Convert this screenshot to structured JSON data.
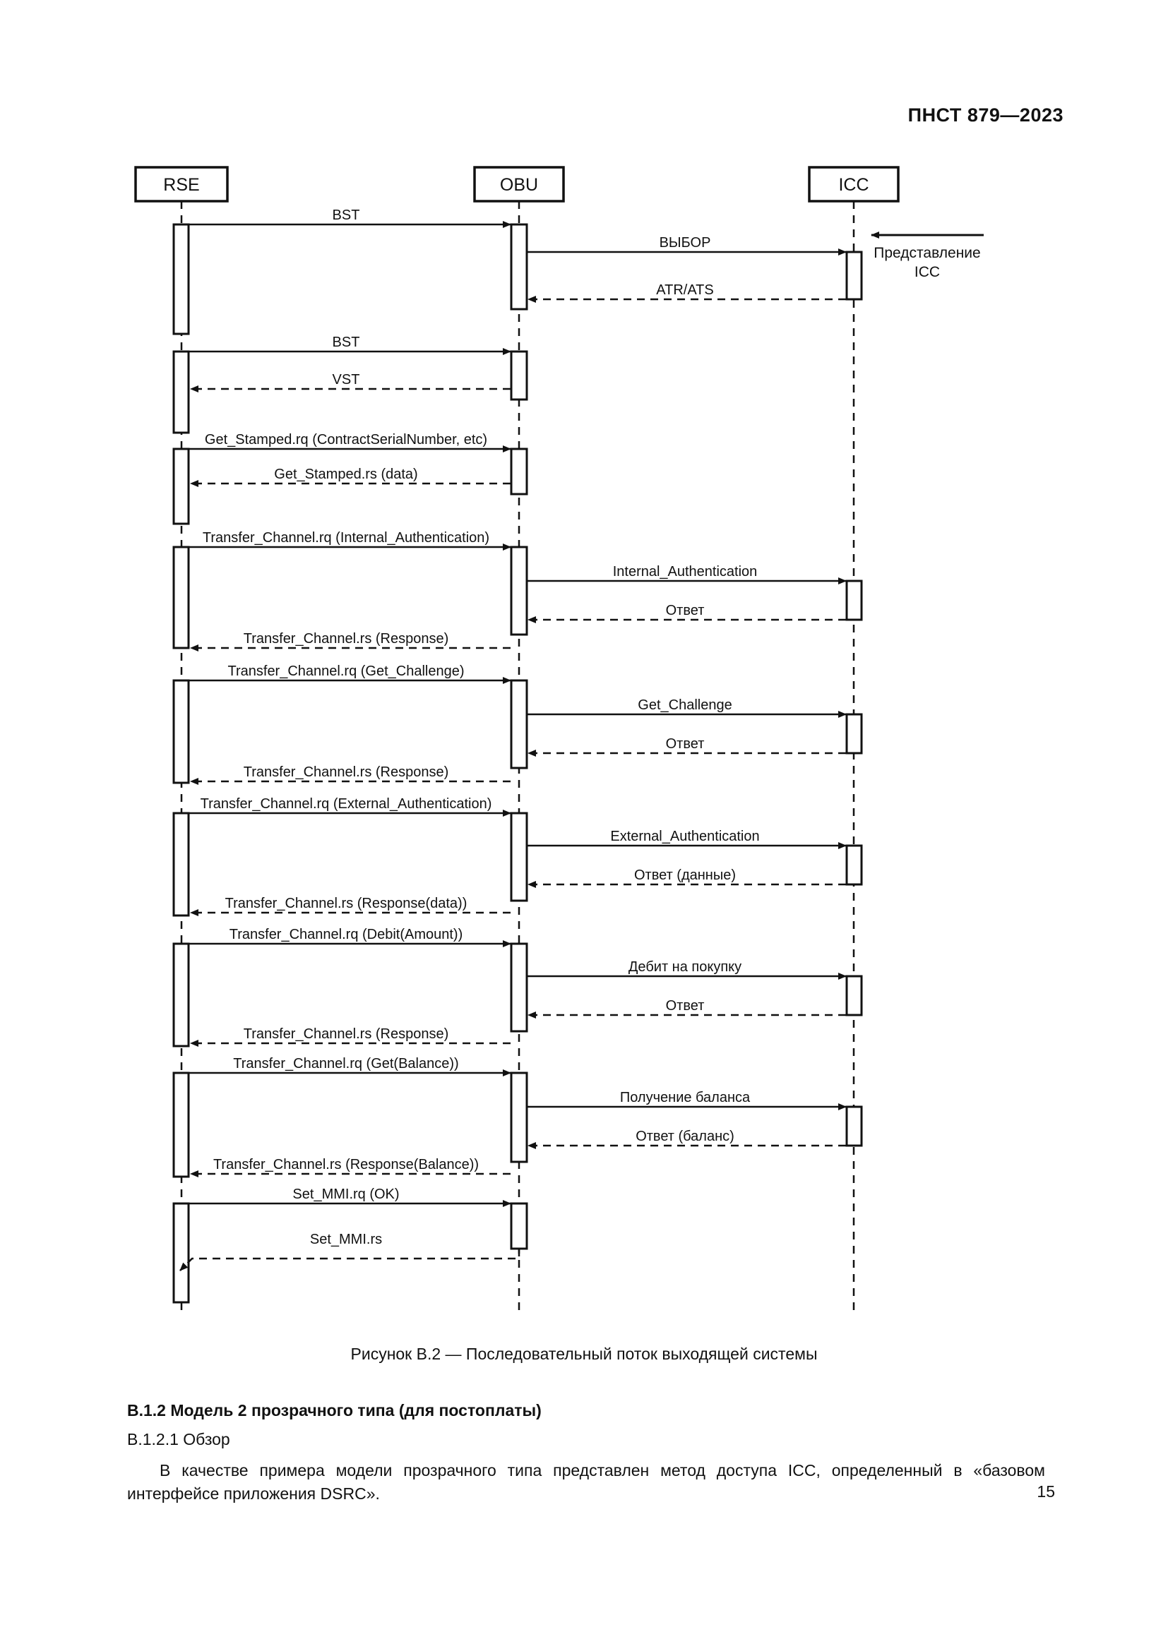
{
  "header": {
    "standard_id": "ПНСТ 879—2023"
  },
  "figure": {
    "caption": "Рисунок В.2 — Последовательный поток выходящей системы",
    "lifelines": [
      {
        "id": "rse",
        "label": "RSE"
      },
      {
        "id": "obu",
        "label": "OBU"
      },
      {
        "id": "icc",
        "label": "ICC"
      }
    ],
    "note": {
      "line1": "Представление",
      "line2": "ICC",
      "arrow": "left-arrow-icon"
    },
    "messages": [
      {
        "index": 1,
        "label": "BST",
        "from": "rse",
        "to": "obu",
        "style": "solid"
      },
      {
        "index": 2,
        "label": "ВЫБОР",
        "from": "obu",
        "to": "icc",
        "style": "solid"
      },
      {
        "index": 3,
        "label": "ATR/ATS",
        "from": "icc",
        "to": "obu",
        "style": "dashed"
      },
      {
        "index": 4,
        "label": "BST",
        "from": "rse",
        "to": "obu",
        "style": "solid"
      },
      {
        "index": 5,
        "label": "VST",
        "from": "obu",
        "to": "rse",
        "style": "dashed"
      },
      {
        "index": 6,
        "label": "Get_Stamped.rq (ContractSerialNumber, etc)",
        "from": "rse",
        "to": "obu",
        "style": "solid"
      },
      {
        "index": 7,
        "label": "Get_Stamped.rs (data)",
        "from": "obu",
        "to": "rse",
        "style": "dashed"
      },
      {
        "index": 8,
        "label": "Transfer_Channel.rq (Internal_Authentication)",
        "from": "rse",
        "to": "obu",
        "style": "solid"
      },
      {
        "index": 9,
        "label": "Internal_Authentication",
        "from": "obu",
        "to": "icc",
        "style": "solid"
      },
      {
        "index": 10,
        "label": "Ответ",
        "from": "icc",
        "to": "obu",
        "style": "dashed"
      },
      {
        "index": 11,
        "label": "Transfer_Channel.rs (Response)",
        "from": "obu",
        "to": "rse",
        "style": "dashed"
      },
      {
        "index": 12,
        "label": "Transfer_Channel.rq (Get_Challenge)",
        "from": "rse",
        "to": "obu",
        "style": "solid"
      },
      {
        "index": 13,
        "label": "Get_Challenge",
        "from": "obu",
        "to": "icc",
        "style": "solid"
      },
      {
        "index": 14,
        "label": "Ответ",
        "from": "icc",
        "to": "obu",
        "style": "dashed"
      },
      {
        "index": 15,
        "label": "Transfer_Channel.rs (Response)",
        "from": "obu",
        "to": "rse",
        "style": "dashed"
      },
      {
        "index": 16,
        "label": "Transfer_Channel.rq (External_Authentication)",
        "from": "rse",
        "to": "obu",
        "style": "solid"
      },
      {
        "index": 17,
        "label": "External_Authentication",
        "from": "obu",
        "to": "icc",
        "style": "solid"
      },
      {
        "index": 18,
        "label": "Ответ (данные)",
        "from": "icc",
        "to": "obu",
        "style": "dashed"
      },
      {
        "index": 19,
        "label": "Transfer_Channel.rs (Response(data))",
        "from": "obu",
        "to": "rse",
        "style": "dashed"
      },
      {
        "index": 20,
        "label": "Transfer_Channel.rq (Debit(Amount))",
        "from": "rse",
        "to": "obu",
        "style": "solid"
      },
      {
        "index": 21,
        "label": "Дебит на покупку",
        "from": "obu",
        "to": "icc",
        "style": "solid"
      },
      {
        "index": 22,
        "label": "Ответ",
        "from": "icc",
        "to": "obu",
        "style": "dashed"
      },
      {
        "index": 23,
        "label": "Transfer_Channel.rs (Response)",
        "from": "obu",
        "to": "rse",
        "style": "dashed"
      },
      {
        "index": 24,
        "label": "Transfer_Channel.rq (Get(Balance))",
        "from": "rse",
        "to": "obu",
        "style": "solid"
      },
      {
        "index": 25,
        "label": "Получение баланса",
        "from": "obu",
        "to": "icc",
        "style": "solid"
      },
      {
        "index": 26,
        "label": "Ответ (баланс)",
        "from": "icc",
        "to": "obu",
        "style": "dashed"
      },
      {
        "index": 27,
        "label": "Transfer_Channel.rs (Response(Balance))",
        "from": "obu",
        "to": "rse",
        "style": "dashed"
      },
      {
        "index": 28,
        "label": "Set_MMI.rq (OK)",
        "from": "rse",
        "to": "obu",
        "style": "solid"
      },
      {
        "index": 29,
        "label": "Set_MMI.rs",
        "from": "obu",
        "to": "rse",
        "style": "dashed"
      }
    ]
  },
  "body": {
    "section_heading": "В.1.2  Модель 2 прозрачного типа (для постоплаты)",
    "subsection_heading": "В.1.2.1 Обзор",
    "paragraph": "В качестве примера модели прозрачного типа представлен метод доступа ICC, определенный в «базовом интерфейсе приложения DSRC»."
  },
  "footer": {
    "page_number": "15"
  }
}
